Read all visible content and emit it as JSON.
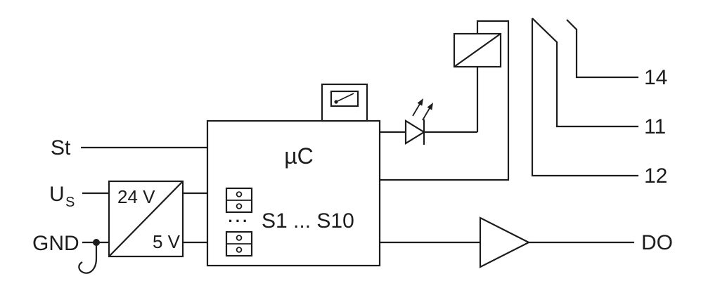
{
  "diagram": {
    "inputs": {
      "st": "St",
      "us_base": "U",
      "us_sub": "S",
      "gnd": "GND"
    },
    "converter": {
      "primary": "24 V",
      "secondary": "5 V"
    },
    "mcu": {
      "label": "µC",
      "switch_range": "S1 ... S10",
      "ellipsis": "···"
    },
    "terminals": {
      "t14": "14",
      "t11": "11",
      "t12": "12",
      "do": "DO"
    },
    "colors": {
      "line": "#1c1c1c",
      "background": "#ffffff"
    }
  }
}
